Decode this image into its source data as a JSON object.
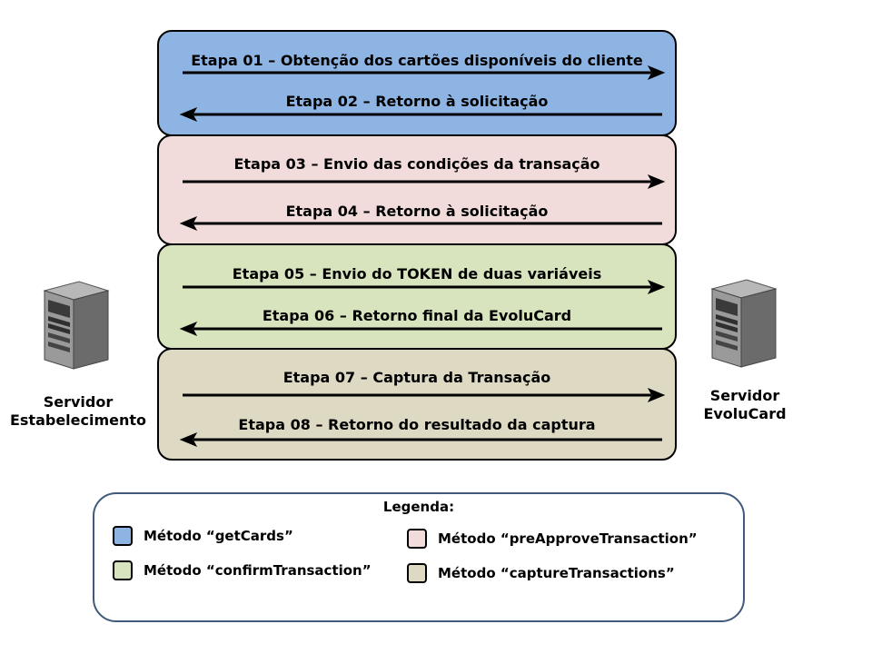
{
  "steps": [
    {
      "label": "Etapa 01 – Obtenção dos cartões disponíveis do cliente",
      "direction": "right"
    },
    {
      "label": "Etapa 02 – Retorno à solicitação",
      "direction": "left"
    },
    {
      "label": "Etapa 03 – Envio das condições da transação",
      "direction": "right"
    },
    {
      "label": "Etapa 04 – Retorno à solicitação",
      "direction": "left"
    },
    {
      "label": "Etapa 05 – Envio do TOKEN de duas variáveis",
      "direction": "right"
    },
    {
      "label": "Etapa 06 – Retorno final da EvoluCard",
      "direction": "left"
    },
    {
      "label": "Etapa 07 – Captura da Transação",
      "direction": "right"
    },
    {
      "label": "Etapa 08 – Retorno do resultado da captura",
      "direction": "left"
    }
  ],
  "servers": {
    "left": {
      "line1": "Servidor",
      "line2": "Estabelecimento",
      "icon": "server-icon"
    },
    "right": {
      "line1": "Servidor",
      "line2": "EvoluCard",
      "icon": "server-icon"
    }
  },
  "legend": {
    "title": "Legenda:",
    "items": [
      {
        "label": "Método “getCards”",
        "color": "#8eb4e3"
      },
      {
        "label": "Método “preApproveTransaction”",
        "color": "#f2dcdb"
      },
      {
        "label": "Método “confirmTransaction”",
        "color": "#d7e4bd"
      },
      {
        "label": "Método “captureTransactions”",
        "color": "#ddd9c3"
      }
    ]
  },
  "colors": {
    "getCards": "#8eb4e3",
    "preApproveTransaction": "#f2dcdb",
    "confirmTransaction": "#d7e4bd",
    "captureTransactions": "#ddd9c3"
  }
}
